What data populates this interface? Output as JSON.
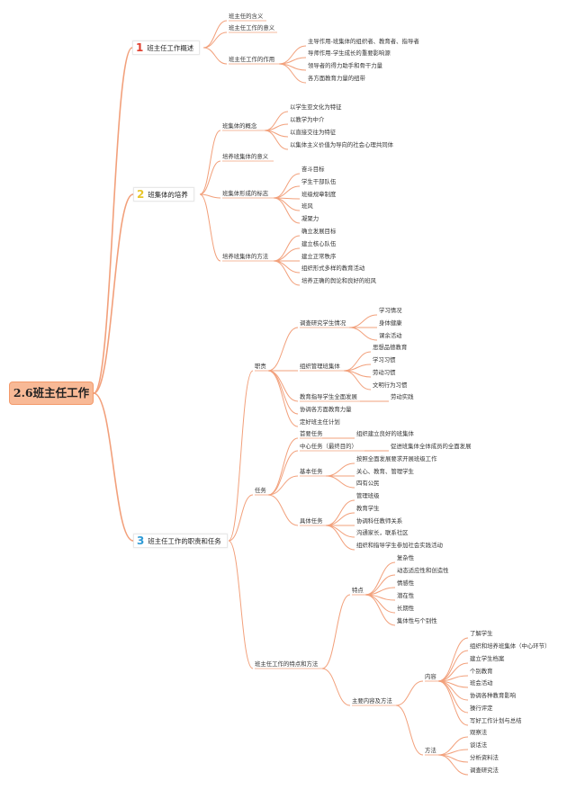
{
  "root": "2.6班主任工作",
  "colors": {
    "line": "#f2a07b",
    "root_fill": "#f8b996",
    "num1": "#e04030",
    "num2": "#e9c62c",
    "num3": "#2f9bd6"
  },
  "nodes": {
    "s1": {
      "num": "1",
      "title": "班主任工作概述",
      "a": "班主任的含义",
      "b": "班主任工作的意义",
      "c": "班主任工作的作用",
      "c1": "主导作用-班集体的组织者、教育者、指导者",
      "c2": "导师作用-学生成长的重要影响源",
      "c3": "领导者的得力助手和骨干力量",
      "c4": "各方面教育力量的纽带"
    },
    "s2": {
      "num": "2",
      "title": "班集体的培养",
      "a": "班集体的概念",
      "a1": "以学生亚文化为特征",
      "a2": "以教学为中介",
      "a3": "以直接交往为特征",
      "a4": "以集体主义价值为导向的社会心理共同体",
      "b": "培养班集体的意义",
      "c": "班集体形成的标志",
      "c1": "奋斗目标",
      "c2": "学生干部队伍",
      "c3": "班级规章制度",
      "c4": "班风",
      "c5": "凝聚力",
      "d": "培养班集体的方法",
      "d1": "确立发展目标",
      "d2": "建立核心队伍",
      "d3": "建立正常秩序",
      "d4": "组织形式多样的教育活动",
      "d5": "培养正确的舆论和良好的班风"
    },
    "s3": {
      "num": "3",
      "title": "班主任工作的职责和任务",
      "zz": "职责",
      "zz1": "调查研究学生情况",
      "zz1a": "学习情况",
      "zz1b": "身体健康",
      "zz1c": "课余活动",
      "zz2": "组织管理班集体",
      "zz2a": "思想品德教育",
      "zz2b": "学习习惯",
      "zz2c": "劳动习惯",
      "zz2d": "文明行为习惯",
      "zz3": "教育指导学生全面发展",
      "zz3a": "劳动实践",
      "zz4": "协调各方面教育力量",
      "zz5": "定好班主任计划",
      "rw": "任务",
      "rw1": "首要任务",
      "rw1a": "组织建立良好的班集体",
      "rw2": "中心任务（最终目的）",
      "rw2a": "促进班集体全体成员的全面发展",
      "rw3": "基本任务",
      "rw3a": "按照全面发展要求开展班级工作",
      "rw3b": "关心、教育、管理学生",
      "rw3c": "四有公民",
      "rw4": "具体任务",
      "rw4a": "管理班级",
      "rw4b": "教育学生",
      "rw4c": "协调科任教师关系",
      "rw4d": "沟通家长，联系社区",
      "rw4e": "组织和指导学生参加社会实践活动",
      "td": "班主任工作的特点和方法",
      "tdA": "特点",
      "tdA1": "复杂性",
      "tdA2": "动态适应性和创造性",
      "tdA3": "情感性",
      "tdA4": "潜在性",
      "tdA5": "长期性",
      "tdA6": "集体性与个别性",
      "tdB": "主要内容及方法",
      "nr": "内容",
      "nr1": "了解学生",
      "nr2": "组织和培养班集体（中心环节）",
      "nr3": "建立学生档案",
      "nr4": "个别教育",
      "nr5": "班会活动",
      "nr6": "协调各种教育影响",
      "nr7": "操行评定",
      "nr8": "写好工作计划与总结",
      "ff": "方法",
      "ff1": "观察法",
      "ff2": "谈话法",
      "ff3": "分析资料法",
      "ff4": "调查研究法"
    }
  }
}
